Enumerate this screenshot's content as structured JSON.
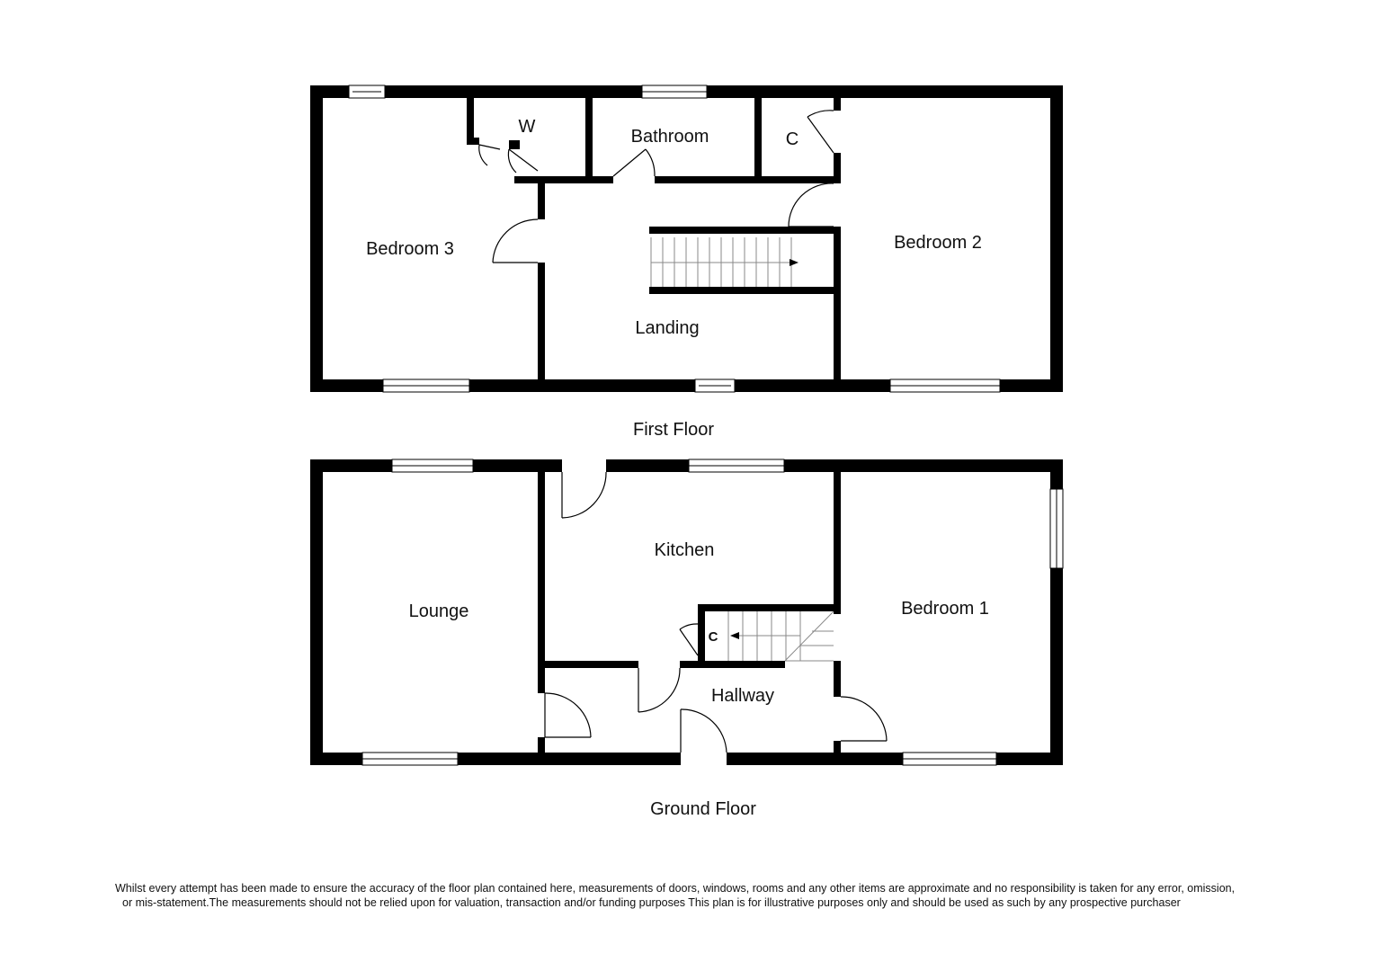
{
  "floors": {
    "first": {
      "title": "First Floor",
      "rooms": {
        "bedroom3": "Bedroom 3",
        "wardrobe": "W",
        "bathroom": "Bathroom",
        "cupboard": "C",
        "bedroom2": "Bedroom 2",
        "landing": "Landing"
      }
    },
    "ground": {
      "title": "Ground Floor",
      "rooms": {
        "lounge": "Lounge",
        "kitchen": "Kitchen",
        "cupboard": "C",
        "hallway": "Hallway",
        "bedroom1": "Bedroom 1"
      }
    }
  },
  "disclaimer": {
    "line1": "Whilst every attempt has been made to ensure the accuracy of the floor plan contained here, measurements of doors, windows, rooms and any other items are approximate and no responsibility is taken for any error, omission,",
    "line2": "or mis-statement.The measurements should not be relied upon for valuation, transaction and/or funding purposes This plan is for illustrative purposes only and should be used as such by any prospective purchaser"
  },
  "colors": {
    "wall": "#000000",
    "background": "#ffffff",
    "line": "#000000"
  }
}
